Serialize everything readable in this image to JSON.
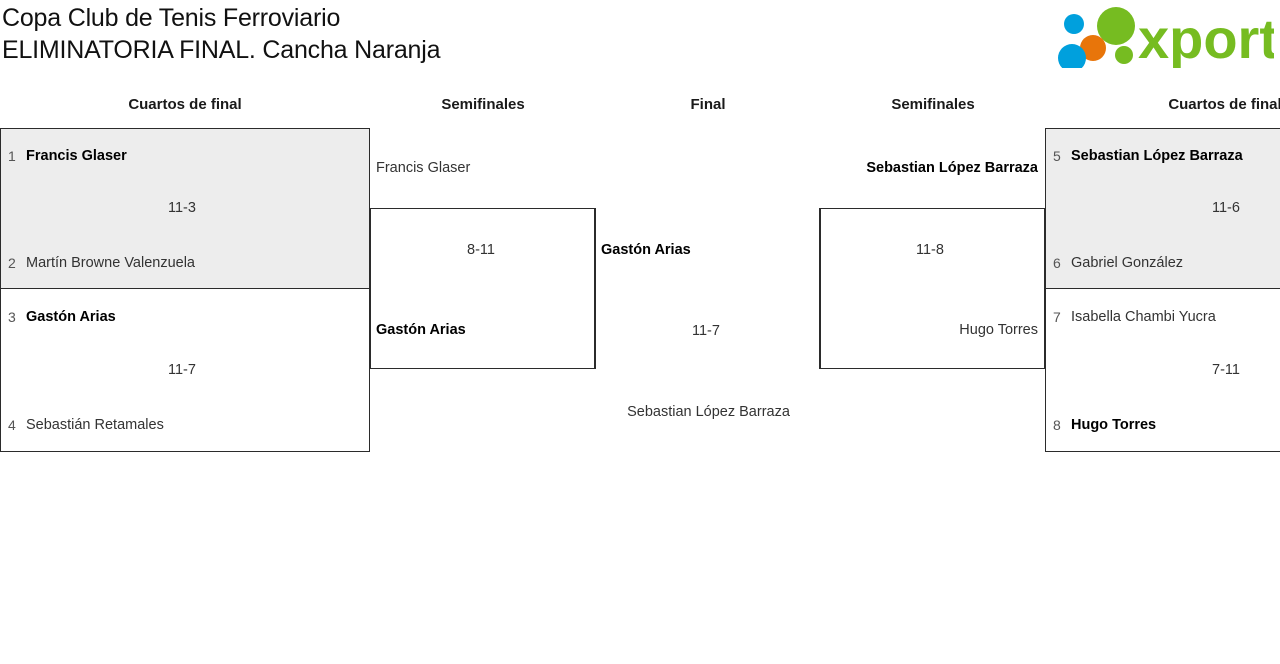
{
  "header": {
    "title_line1": "Copa Club de Tenis Ferroviario",
    "title_line2": "ELIMINATORIA FINAL. Cancha Naranja",
    "logo_text": "xporty",
    "logo_colors": {
      "green": "#76bc21",
      "orange": "#e8750a",
      "blue": "#00a0dd"
    }
  },
  "columns": [
    {
      "label": "Cuartos de final"
    },
    {
      "label": "Semifinales"
    },
    {
      "label": "Final"
    },
    {
      "label": "Semifinales"
    },
    {
      "label": "Cuartos de final"
    }
  ],
  "bracket": {
    "left_quarterfinals": [
      {
        "score": "11-3",
        "players": [
          {
            "seed": "1",
            "name": "Francis Glaser",
            "winner": true
          },
          {
            "seed": "2",
            "name": "Martín Browne Valenzuela",
            "winner": false
          }
        ]
      },
      {
        "score": "11-7",
        "players": [
          {
            "seed": "3",
            "name": "Gastón Arias",
            "winner": true
          },
          {
            "seed": "4",
            "name": "Sebastián Retamales",
            "winner": false
          }
        ]
      }
    ],
    "left_semifinal": {
      "score": "8-11",
      "players": [
        {
          "seed": "",
          "name": "Francis Glaser",
          "winner": false
        },
        {
          "seed": "",
          "name": "Gastón Arias",
          "winner": true
        }
      ]
    },
    "final": {
      "score": "11-7",
      "players": [
        {
          "seed": "",
          "name": "Gastón Arias",
          "winner": true
        },
        {
          "seed": "",
          "name": "Sebastian López Barraza",
          "winner": false
        }
      ]
    },
    "right_semifinal": {
      "score": "11-8",
      "players": [
        {
          "seed": "",
          "name": "Sebastian López Barraza",
          "winner": true
        },
        {
          "seed": "",
          "name": "Hugo Torres",
          "winner": false
        }
      ]
    },
    "right_quarterfinals": [
      {
        "score": "11-6",
        "players": [
          {
            "seed": "5",
            "name": "Sebastian López Barraza",
            "winner": true
          },
          {
            "seed": "6",
            "name": "Gabriel González",
            "winner": false
          }
        ]
      },
      {
        "score": "7-11",
        "players": [
          {
            "seed": "7",
            "name": "Isabella Chambi Yucra",
            "winner": false
          },
          {
            "seed": "8",
            "name": "Hugo Torres",
            "winner": true
          }
        ]
      }
    ]
  }
}
